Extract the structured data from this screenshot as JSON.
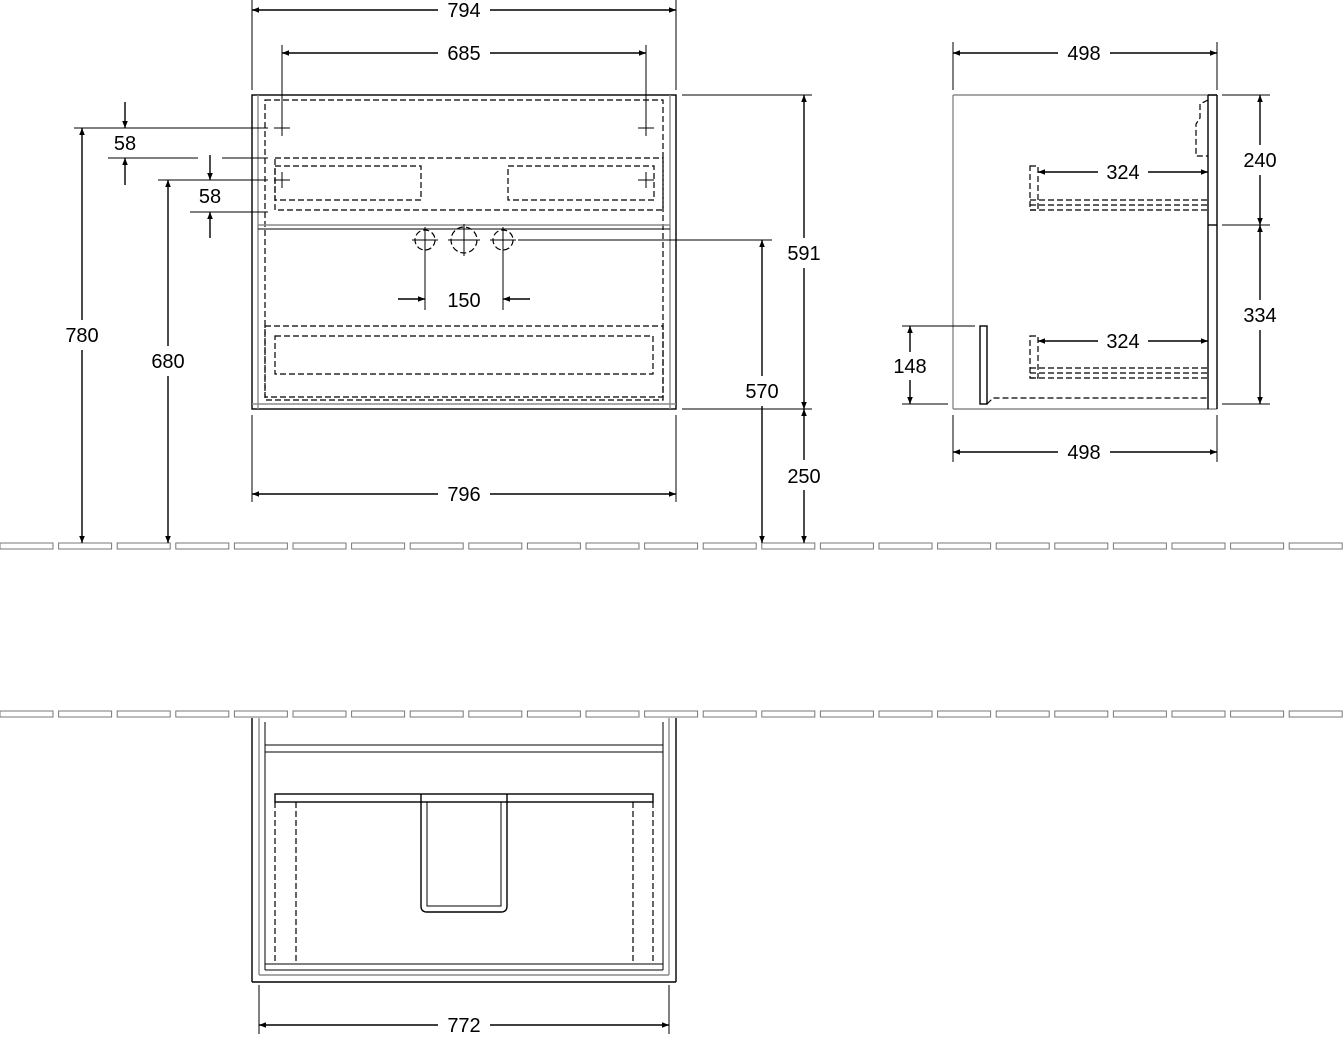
{
  "front_view": {
    "width_top": "794",
    "mount_spacing": "685",
    "width_bottom": "796",
    "height_total": "591",
    "floor_clearance": "250",
    "height_to_drain": "570",
    "height_780": "780",
    "height_680": "680",
    "offset_58_upper": "58",
    "offset_58_lower": "58",
    "tap_spacing": "150"
  },
  "side_view": {
    "depth_top": "498",
    "depth_bottom": "498",
    "drawer_depth_upper": "324",
    "drawer_depth_lower": "324",
    "upper_height": "240",
    "lower_height": "334",
    "plinth_height": "148"
  },
  "plan_view": {
    "inner_width": "772"
  },
  "colors": {
    "line": "#000000",
    "panel": "#8a8a8a",
    "floor": "#777777"
  }
}
